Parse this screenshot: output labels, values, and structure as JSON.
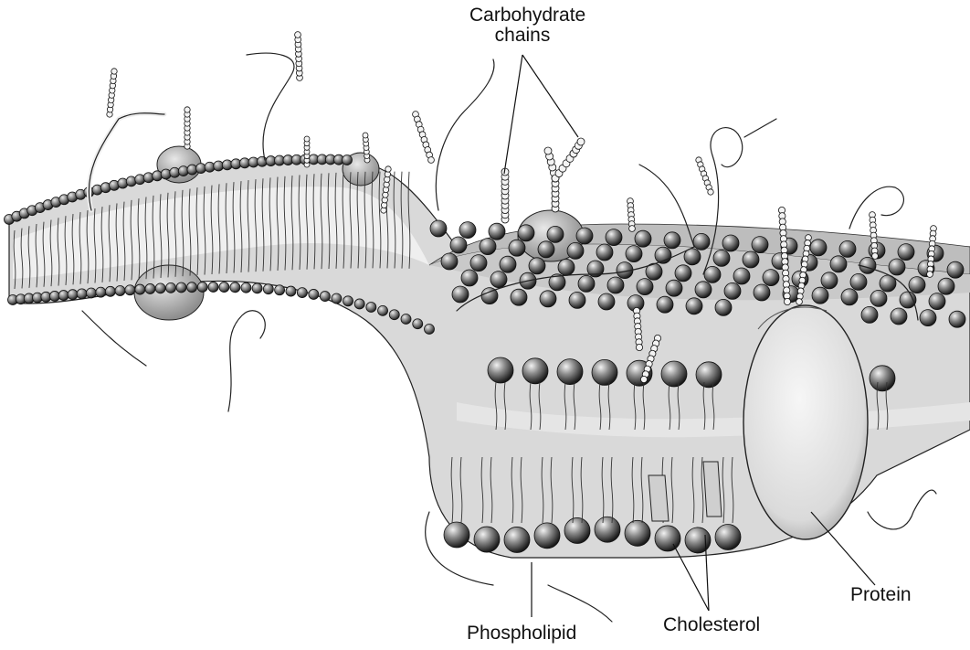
{
  "labels": {
    "carbohydrate_line1": "Carbohydrate",
    "carbohydrate_line2": "chains",
    "phospholipid": "Phospholipid",
    "cholesterol": "Cholesterol",
    "protein": "Protein"
  },
  "colors": {
    "ink": "#111111",
    "paper": "#ffffff",
    "protein_fill": "#e4e4e4",
    "head_fill": "#9a9a9a"
  }
}
